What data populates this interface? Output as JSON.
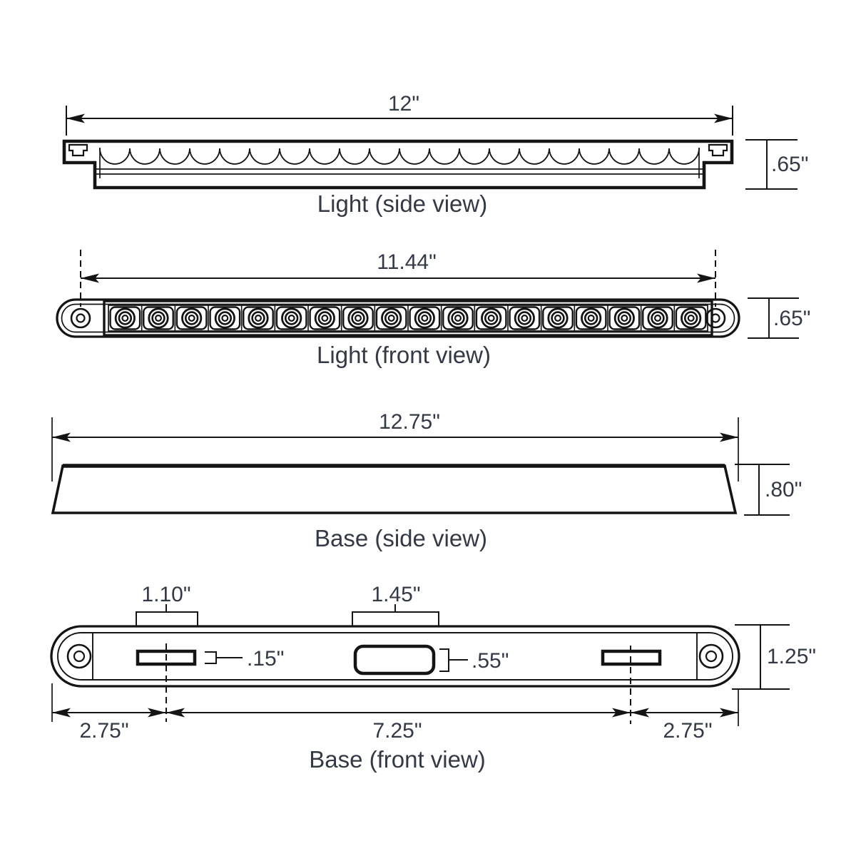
{
  "colors": {
    "background": "#ffffff",
    "line": "#141414",
    "text": "#333945"
  },
  "views": {
    "light_side": {
      "label": "Light (side view)",
      "width": "12\"",
      "height": ".65\""
    },
    "light_front": {
      "label": "Light (front view)",
      "width": "11.44\"",
      "height": ".65\"",
      "led_count": 18
    },
    "base_side": {
      "label": "Base (side view)",
      "width": "12.75\"",
      "height": ".80\""
    },
    "base_front": {
      "label": "Base (front view)",
      "height": "1.25\"",
      "left_slot_width": "1.10\"",
      "center_slot_width": "1.45\"",
      "side_slot_height": ".15\"",
      "center_slot_height": ".55\"",
      "left_span": "2.75\"",
      "center_span": "7.25\"",
      "right_span": "2.75\""
    }
  }
}
